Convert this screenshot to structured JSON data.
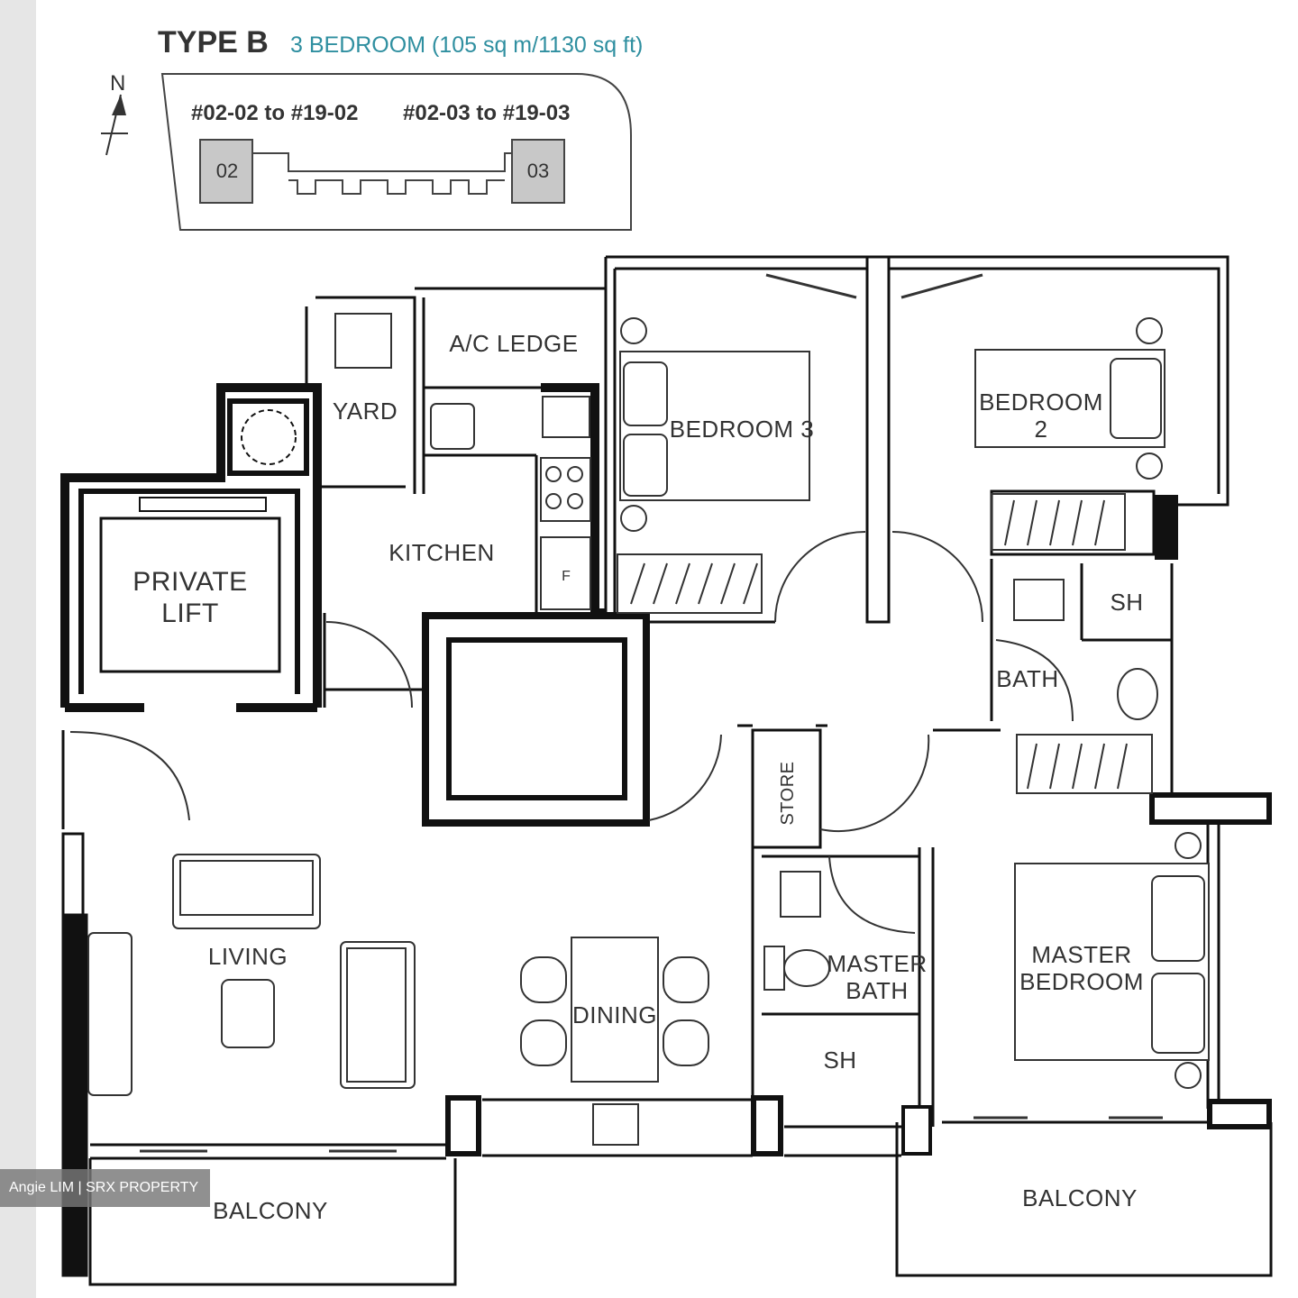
{
  "header": {
    "type_title": "TYPE B",
    "subtitle": "3 BEDROOM (105 sq m/1130 sq ft)",
    "subtitle_color": "#2f8fa0"
  },
  "key_plan": {
    "north": "N",
    "range_left": "#02-02 to #19-02",
    "range_right": "#02-03 to #19-03",
    "unit_left": "02",
    "unit_right": "03"
  },
  "rooms": {
    "ac_ledge": "A/C LEDGE",
    "yard": "YARD",
    "kitchen": "KITCHEN",
    "fridge": "F",
    "private_lift": [
      "PRIVATE",
      "LIFT"
    ],
    "bedroom3": "BEDROOM 3",
    "bedroom2": [
      "BEDROOM",
      "2"
    ],
    "sh_top": "SH",
    "bath": "BATH",
    "store": "STORE",
    "master_bath": [
      "MASTER",
      "BATH"
    ],
    "sh_bottom": "SH",
    "master_bedroom": [
      "MASTER",
      "BEDROOM"
    ],
    "living": "LIVING",
    "dining": "DINING",
    "balcony_left": "BALCONY",
    "balcony_right": "BALCONY"
  },
  "watermark": "Angie LIM | SRX PROPERTY"
}
